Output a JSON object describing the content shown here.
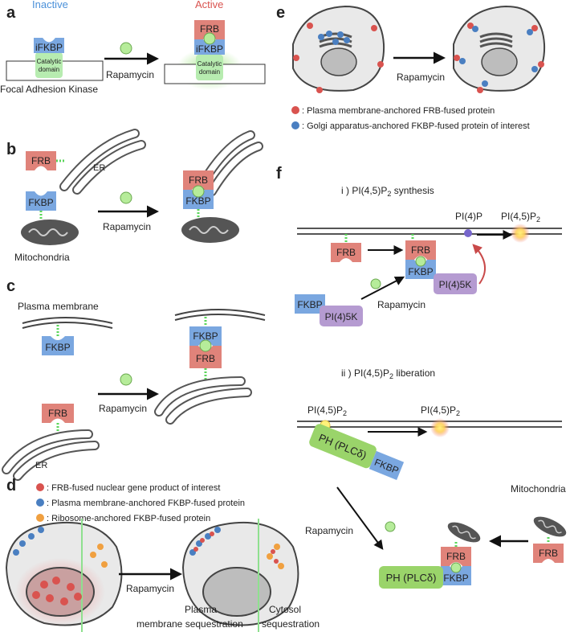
{
  "panels": {
    "a": "a",
    "b": "b",
    "c": "c",
    "d": "d",
    "e": "e",
    "f": "f"
  },
  "labels": {
    "inactive": "Inactive",
    "active": "Active",
    "rapamycin": "Rapamycin",
    "focal_adhesion_kinase": "Focal Adhesion Kinase",
    "catalytic": "Catalytic",
    "domain": "domain",
    "er": "ER",
    "mitochondria": "Mitochondria",
    "plasma_membrane": "Plasma membrane",
    "plasma_membrane_sequestration_1": "Plasma",
    "plasma_membrane_sequestration_2": "membrane sequestration",
    "cytosol_sequestration_1": "Cytosol",
    "cytosol_sequestration_2": "sequestration"
  },
  "proteins": {
    "frb": "FRB",
    "fkbp": "FKBP",
    "ifkbp": "iFKBP",
    "pi4_5k": "PI(4)5K",
    "ph_plc": "PH (PLCδ)"
  },
  "lipids": {
    "pi4p": "PI(4)P",
    "pi45p2_base": "PI(4,5)P",
    "sub2": "2"
  },
  "legend_d": [
    {
      "text": ": FRB-fused nuclear gene product of interest",
      "color": "#d9534f"
    },
    {
      "text": ": Plasma membrane-anchored FKBP-fused protein",
      "color": "#4a7fc1"
    },
    {
      "text": ": Ribosome-anchored FKBP-fused protein",
      "color": "#f0a040"
    }
  ],
  "legend_e": [
    {
      "text": ": Plasma membrane-anchored FRB-fused protein",
      "color": "#d9534f"
    },
    {
      "text": ": Golgi apparatus-anchored FKBP-fused protein of interest",
      "color": "#4a7fc1"
    }
  ],
  "f_sections": {
    "i_prefix": "i ) PI(4,5)P",
    "i_suffix": " synthesis",
    "ii_prefix": "ii ) PI(4,5)P",
    "ii_suffix": " liberation"
  },
  "colors": {
    "frb": "#e0837a",
    "fkbp": "#7aa7e0",
    "pi4_5k": "#b59bd1",
    "ph": "#9ad46a",
    "rapamycin": "#b6ec9a",
    "inactive_title": "#4a90d9",
    "active_title": "#d9534f",
    "cell": "#e9e9e9",
    "nucleus": "#bdbdbd"
  }
}
